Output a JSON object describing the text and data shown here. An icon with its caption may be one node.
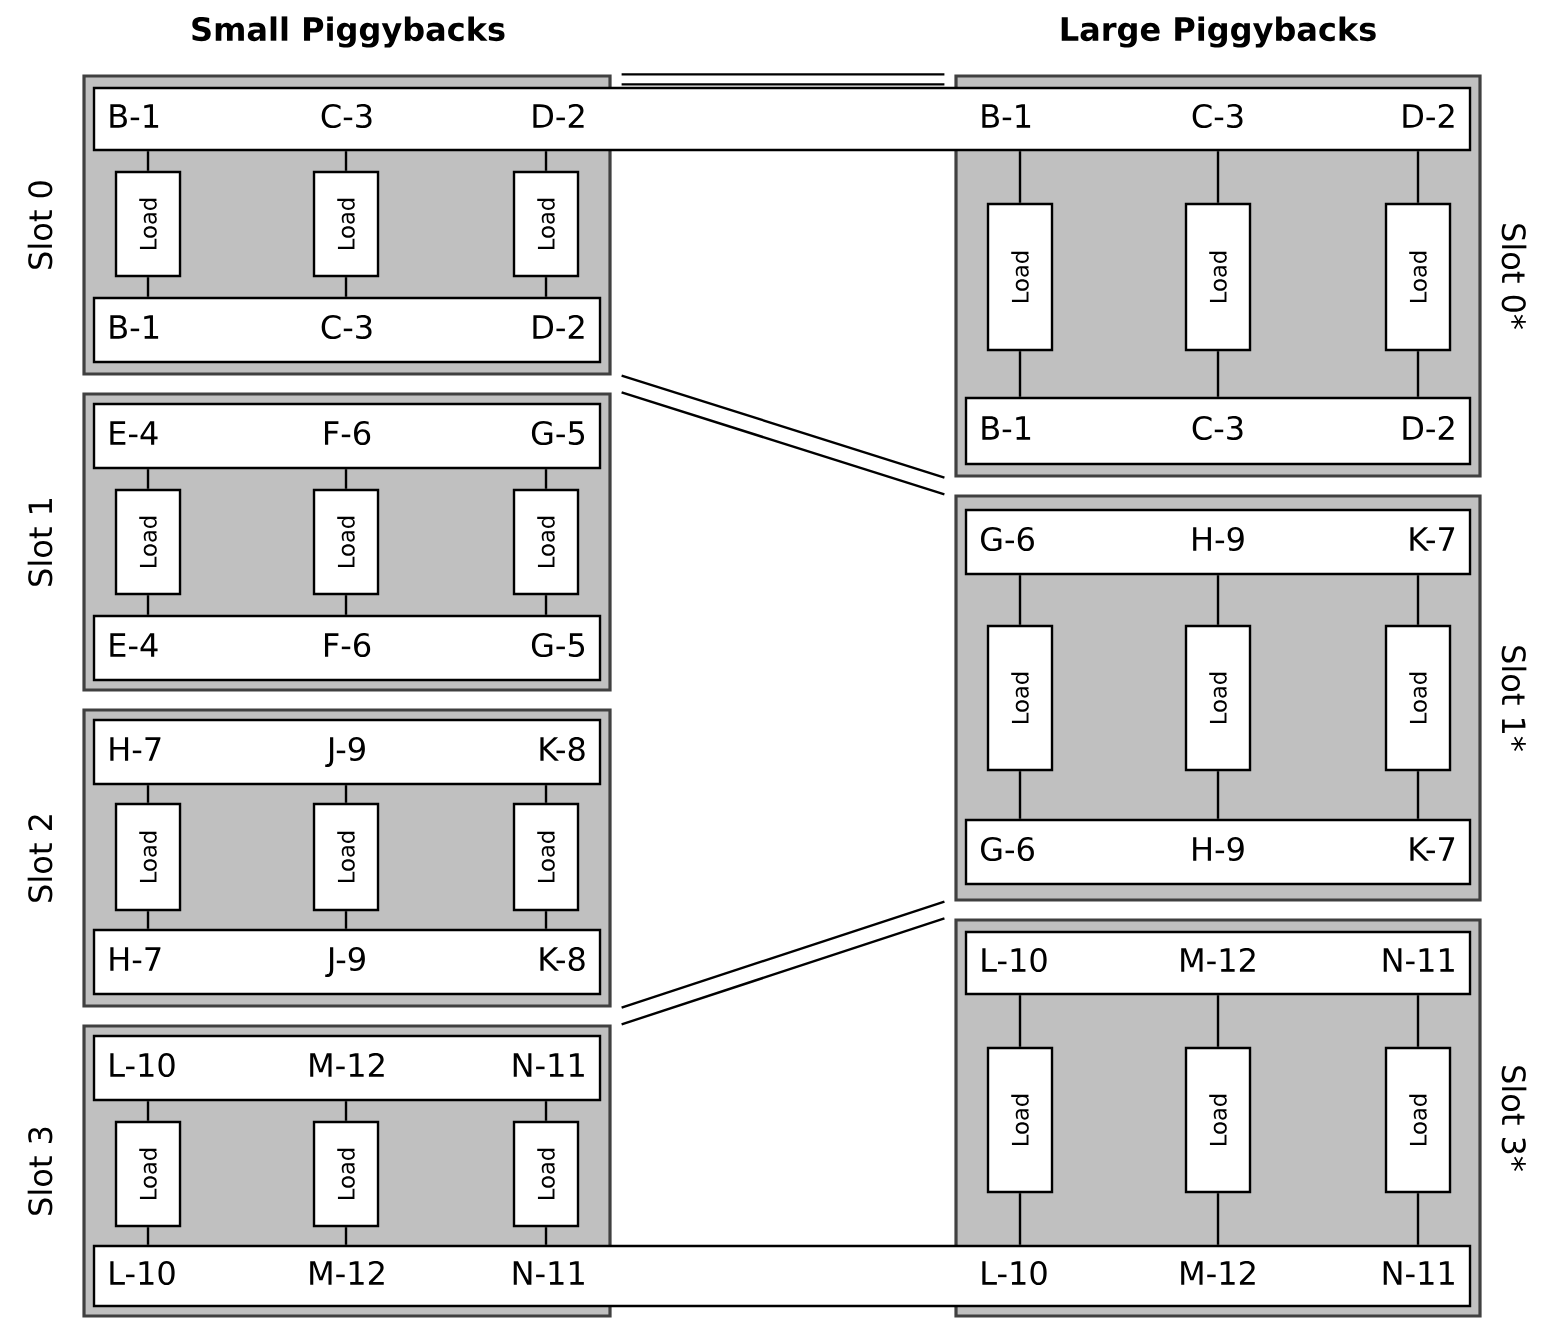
{
  "diagram": {
    "nodes": [
      {
        "text": [
          "Slot 0"
        ]
      },
      {
        "text": [
          "B-1",
          "C-3",
          "D-2",
          "B-1",
          "C-3",
          "D-2"
        ]
      },
      {
        "text": [
          "Load"
        ],
        "in": 0
      },
      {
        "text": [
          "Load"
        ],
        "in": 0
      },
      {
        "text": [
          "Load"
        ],
        "in": 0
      },
      {
        "text": [
          "B-1",
          "C-3",
          "D-2"
        ],
        "in": 0
      },
      {
        "text": [
          "Slot 0*"
        ]
      },
      {
        "text": [
          "Load"
        ],
        "in": 6
      },
      {
        "text": [
          "Load"
        ],
        "in": 6
      },
      {
        "text": [
          "Load"
        ],
        "in": 6
      },
      {
        "text": [
          "B-1",
          "C-3",
          "D-2"
        ],
        "in": 6
      },
      {
        "text": [
          "Slot 1"
        ]
      },
      {
        "text": [
          "E-4",
          "F-6",
          "G-5"
        ],
        "in": 11
      },
      {
        "text": [
          "Load"
        ],
        "in": 11
      },
      {
        "text": [
          "Load"
        ],
        "in": 11
      },
      {
        "text": [
          "Load"
        ],
        "in": 11
      },
      {
        "text": [
          "E-4",
          "F-6",
          "G-5"
        ],
        "in": 11
      },
      {
        "text": [
          "Slot 1*"
        ]
      },
      {
        "text": [
          "G-6",
          "H-9",
          "K-7"
        ],
        "in": 17
      },
      {
        "text": [
          "Load"
        ],
        "in": 17
      },
      {
        "text": [
          "Load"
        ],
        "in": 17
      },
      {
        "text": [
          "Load"
        ],
        "in": 17
      },
      {
        "text": [
          "G-6",
          "H-9",
          "K-7"
        ],
        "in": 17
      },
      {
        "text": [
          "Slot 2"
        ]
      },
      {
        "text": [
          "H-7",
          "J-9",
          "K-8"
        ],
        "in": 23
      },
      {
        "text": [
          "Load"
        ],
        "in": 23
      },
      {
        "text": [
          "Load"
        ],
        "in": 23
      },
      {
        "text": [
          "Load"
        ],
        "in": 23
      },
      {
        "text": [
          "H-7",
          "J-9",
          "K-8"
        ],
        "in": 23
      },
      {
        "text": [
          "Slot 3"
        ]
      },
      {
        "text": [
          "L-10",
          "M-12",
          "N-11"
        ],
        "in": 29
      },
      {
        "text": [
          "Load"
        ],
        "in": 29
      },
      {
        "text": [
          "Load"
        ],
        "in": 29
      },
      {
        "text": [
          "Load"
        ],
        "in": 29
      },
      {
        "text": [
          "Slot 3*"
        ]
      },
      {
        "text": [
          "L-10",
          "M-12",
          "N-11"
        ],
        "in": 34
      },
      {
        "text": [
          "Load"
        ],
        "in": 34
      },
      {
        "text": [
          "Load"
        ],
        "in": 34
      },
      {
        "text": [
          "Load"
        ],
        "in": 34
      },
      {
        "text": [
          "L-10",
          "M-12",
          "N-11",
          "L-10",
          "M-12",
          "N-11"
        ]
      }
    ],
    "edges": [
      {
        "from": 0,
        "to": 6,
        "arrow": "none"
      },
      {
        "from": 0,
        "to": 6,
        "arrow": "none"
      },
      {
        "from": 0,
        "to": 6,
        "arrow": "none"
      },
      {
        "from": 11,
        "to": 17,
        "arrow": "none"
      },
      {
        "from": 23,
        "to": 17,
        "arrow": "none"
      },
      {
        "from": 29,
        "to": 34,
        "arrow": "none"
      },
      {
        "from": 1,
        "to": 2,
        "arrow": "none"
      },
      {
        "from": 1,
        "to": 3,
        "arrow": "none"
      },
      {
        "from": 1,
        "to": 4,
        "arrow": "none"
      },
      {
        "from": 2,
        "to": 5,
        "arrow": "none"
      },
      {
        "from": 3,
        "to": 5,
        "arrow": "none"
      },
      {
        "from": 4,
        "to": 5,
        "arrow": "none"
      },
      {
        "from": 1,
        "to": 7,
        "arrow": "none"
      },
      {
        "from": 1,
        "to": 8,
        "arrow": "none"
      },
      {
        "from": 1,
        "to": 9,
        "arrow": "none"
      },
      {
        "from": 7,
        "to": 10,
        "arrow": "none"
      },
      {
        "from": 8,
        "to": 10,
        "arrow": "none"
      },
      {
        "from": 9,
        "to": 10,
        "arrow": "none"
      },
      {
        "from": 12,
        "to": 13,
        "arrow": "none"
      },
      {
        "from": 12,
        "to": 14,
        "arrow": "none"
      },
      {
        "from": 12,
        "to": 15,
        "arrow": "none"
      },
      {
        "from": 13,
        "to": 16,
        "arrow": "none"
      },
      {
        "from": 14,
        "to": 16,
        "arrow": "none"
      },
      {
        "from": 15,
        "to": 16,
        "arrow": "none"
      },
      {
        "from": 18,
        "to": 19,
        "arrow": "none"
      },
      {
        "from": 18,
        "to": 20,
        "arrow": "none"
      },
      {
        "from": 18,
        "to": 21,
        "arrow": "none"
      },
      {
        "from": 19,
        "to": 22,
        "arrow": "none"
      },
      {
        "from": 20,
        "to": 22,
        "arrow": "none"
      },
      {
        "from": 21,
        "to": 22,
        "arrow": "none"
      },
      {
        "from": 24,
        "to": 25,
        "arrow": "none"
      },
      {
        "from": 24,
        "to": 26,
        "arrow": "none"
      },
      {
        "from": 24,
        "to": 27,
        "arrow": "none"
      },
      {
        "from": 25,
        "to": 28,
        "arrow": "none"
      },
      {
        "from": 26,
        "to": 28,
        "arrow": "none"
      },
      {
        "from": 27,
        "to": 28,
        "arrow": "none"
      },
      {
        "from": 30,
        "to": 31,
        "arrow": "none"
      },
      {
        "from": 30,
        "to": 32,
        "arrow": "none"
      },
      {
        "from": 30,
        "to": 33,
        "arrow": "none"
      },
      {
        "from": 31,
        "to": 39,
        "arrow": "none"
      },
      {
        "from": 32,
        "to": 39,
        "arrow": "none"
      },
      {
        "from": 33,
        "to": 39,
        "arrow": "none"
      },
      {
        "from": 35,
        "to": 36,
        "arrow": "none"
      },
      {
        "from": 35,
        "to": 37,
        "arrow": "none"
      },
      {
        "from": 35,
        "to": 38,
        "arrow": "none"
      },
      {
        "from": 36,
        "to": 39,
        "arrow": "none"
      },
      {
        "from": 37,
        "to": 39,
        "arrow": "none"
      },
      {
        "from": 38,
        "to": 39,
        "arrow": "none"
      }
    ],
    "labels": [
      "Small Piggybacks",
      "Large Piggybacks"
    ]
  }
}
